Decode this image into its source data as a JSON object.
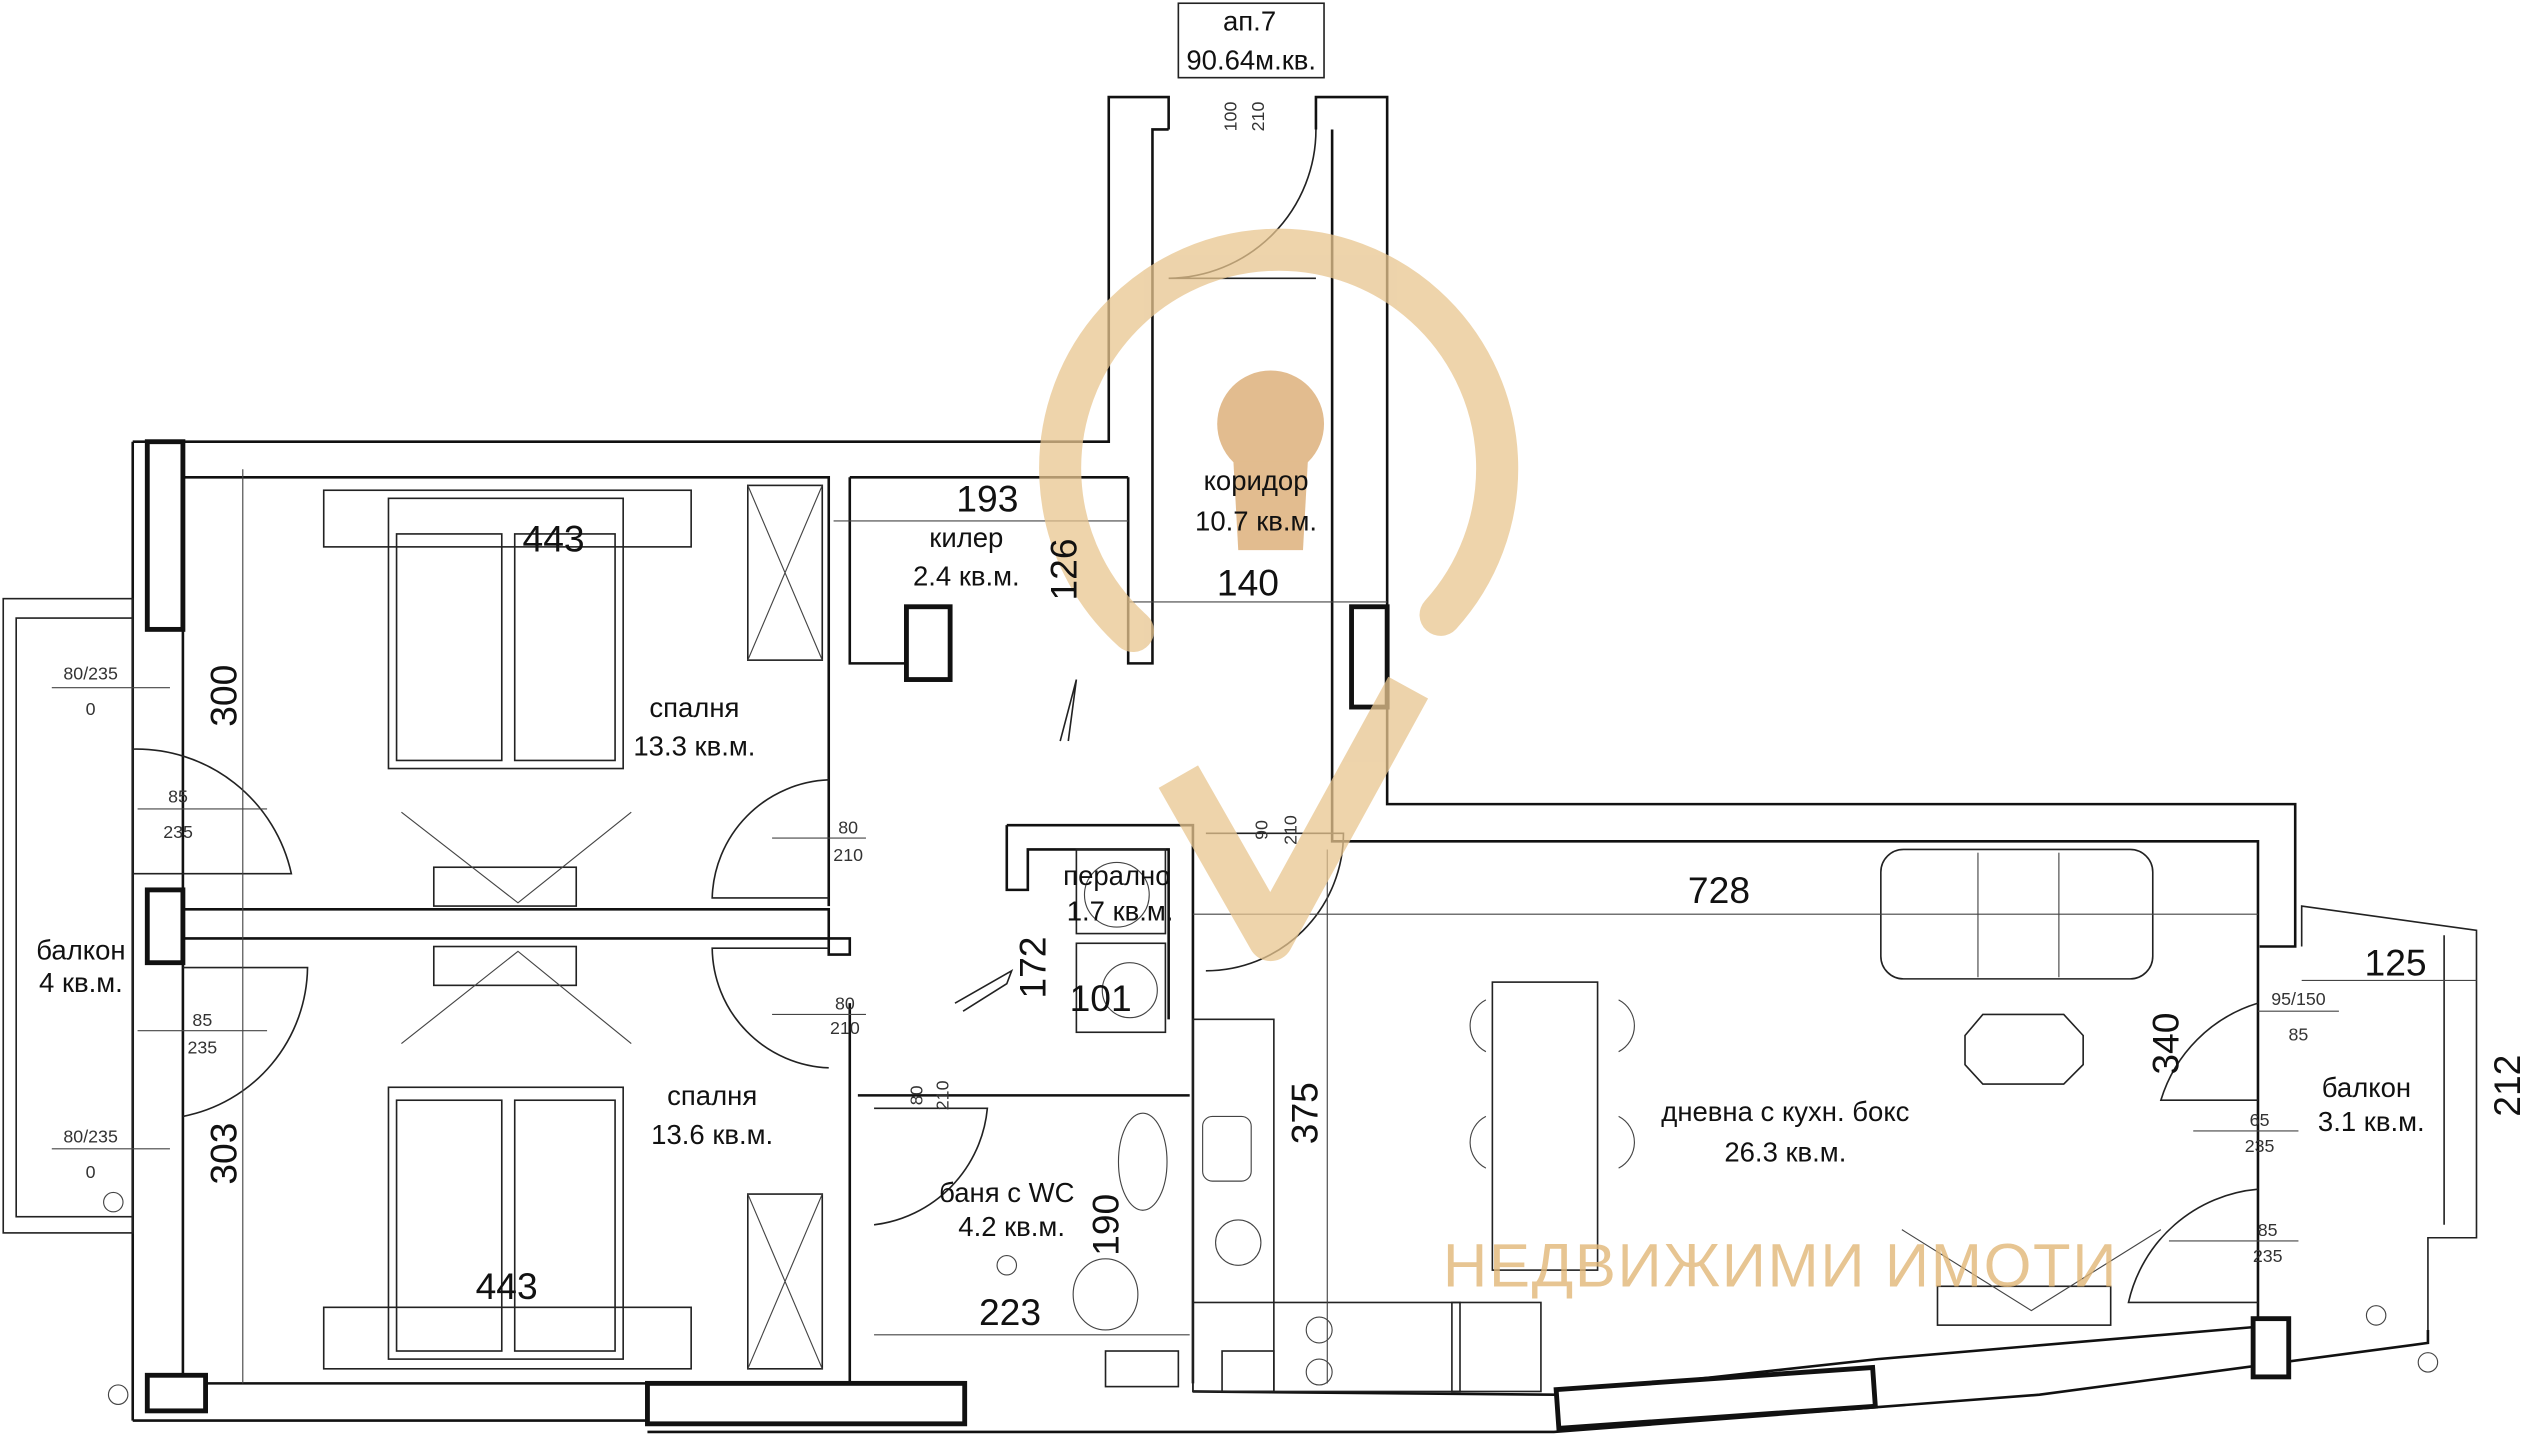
{
  "title": {
    "apartment": "ап.7",
    "area": "90.64м.кв."
  },
  "rooms": [
    {
      "name": "килер",
      "area": "2.4 кв.м."
    },
    {
      "name": "коридор",
      "area": "10.7 кв.м."
    },
    {
      "name": "спалня",
      "area": "13.3 кв.м."
    },
    {
      "name": "спалня",
      "area": "13.6 кв.м."
    },
    {
      "name": "перално",
      "area": "1.7 кв.м."
    },
    {
      "name": "баня с WC",
      "area": "4.2 кв.м."
    },
    {
      "name": "дневна с кухн. бокс",
      "area": "26.3 кв.м."
    },
    {
      "name": "балкон",
      "area": "4 кв.м."
    },
    {
      "name": "балкон",
      "area": "3.1 кв.м."
    }
  ],
  "dimensions": [
    "443",
    "443",
    "300",
    "303",
    "193",
    "126",
    "140",
    "728",
    "172",
    "101",
    "375",
    "190",
    "223",
    "340",
    "125",
    "212"
  ],
  "openings": [
    {
      "top": "100",
      "bottom": "210"
    },
    {
      "top": "80/235",
      "bottom": "0"
    },
    {
      "top": "85",
      "bottom": "235"
    },
    {
      "top": "85",
      "bottom": "235"
    },
    {
      "top": "80/235",
      "bottom": "0"
    },
    {
      "top": "80",
      "bottom": "210"
    },
    {
      "top": "80",
      "bottom": "210"
    },
    {
      "top": "80",
      "bottom": "210"
    },
    {
      "top": "90",
      "bottom": "210"
    },
    {
      "top": "95/150",
      "bottom": "85"
    },
    {
      "top": "65",
      "bottom": "235"
    },
    {
      "top": "85",
      "bottom": "235"
    }
  ],
  "watermark": {
    "text": "НЕДВИЖИМИ ИМОТИ",
    "color": "#E2B777"
  }
}
